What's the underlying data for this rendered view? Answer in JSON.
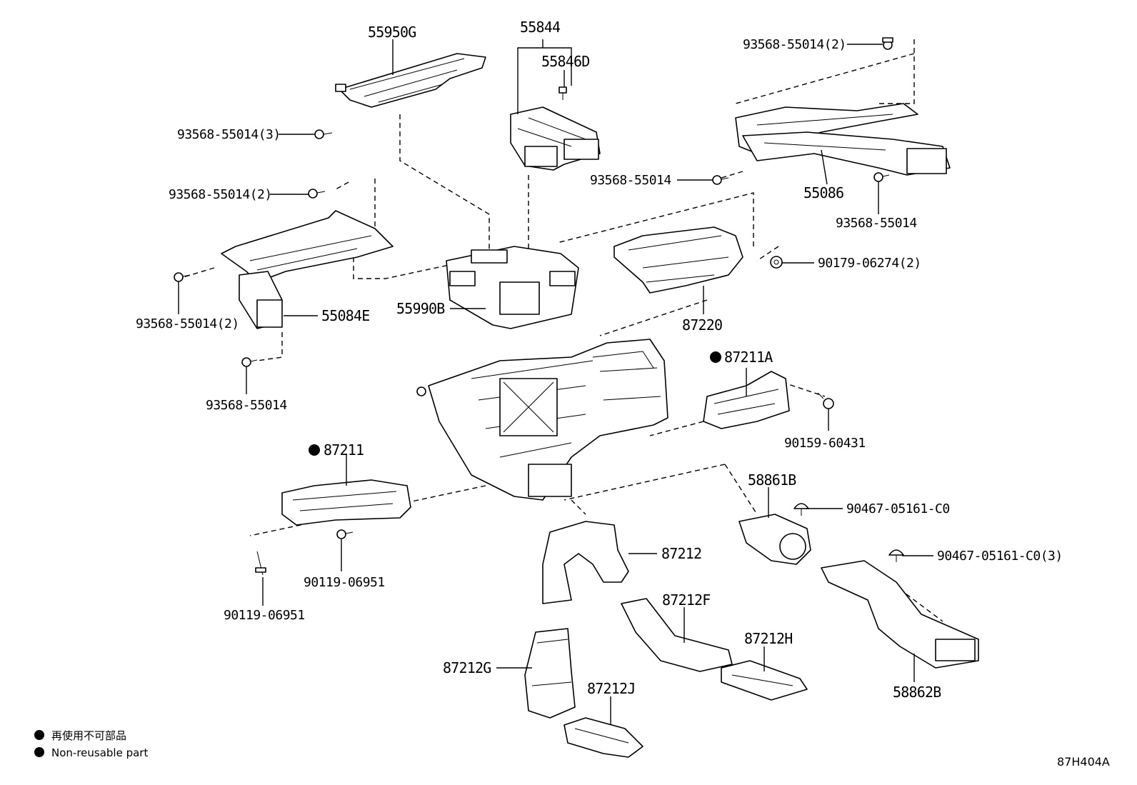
{
  "labels": {
    "p55950g": "55950G",
    "p55844": "55844",
    "p55846d": "55846D",
    "p93568_top_right": "93568-55014(2)",
    "p93568_3": "93568-55014(3)",
    "p93568_mid_left": "93568-55014(2)",
    "p93568_right_a": "93568-55014",
    "p55086": "55086",
    "p93568_right_b": "93568-55014",
    "p90179": "90179-06274(2)",
    "p93568_left_b": "93568-55014(2)",
    "p55084e": "55084E",
    "p55990b": "55990B",
    "p87220": "87220",
    "p87211a": "87211A",
    "p93568_left_c": "93568-55014",
    "p90159": "90159-60431",
    "p87211": "87211",
    "p58861b": "58861B",
    "p90467_a": "90467-05161-C0",
    "p87212": "87212",
    "p90467_b": "90467-05161-C0(3)",
    "p90119_a": "90119-06951",
    "p90119_b": "90119-06951",
    "p87212f": "87212F",
    "p87212h": "87212H",
    "p87212g": "87212G",
    "p87212j": "87212J",
    "p58862b": "58862B"
  },
  "legend": {
    "line1": "再使用不可部品",
    "line2": "Non-reusable part"
  },
  "diagram_code": "87H404A"
}
